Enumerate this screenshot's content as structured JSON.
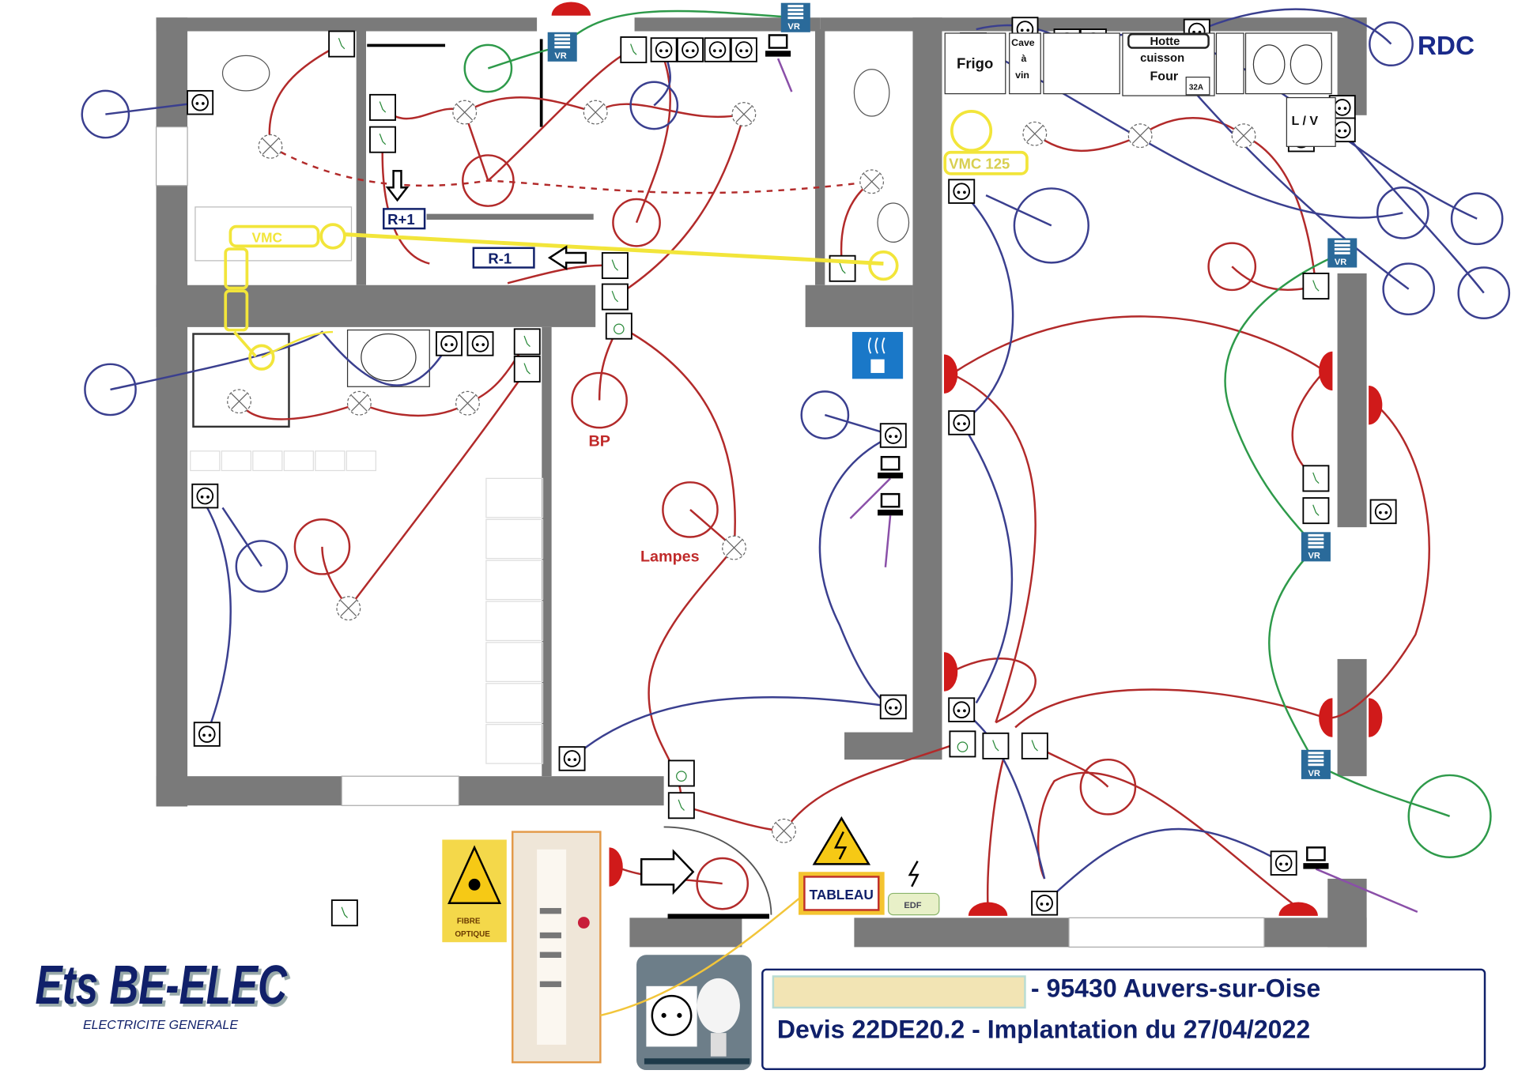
{
  "plan": {
    "level": "RDC",
    "upstairs": "R+1",
    "downstairs": "R-1",
    "vmc": "VMC",
    "vmc_kitchen": "VMC 125",
    "bp": "BP",
    "lampes": "Lampes",
    "vr": "VR",
    "tableau": "TABLEAU",
    "edf": "EDF",
    "fibre": [
      "FIBRE",
      "OPTIQUE"
    ]
  },
  "kitchen": {
    "frigo": "Frigo",
    "cave": [
      "Cave",
      "à",
      "vin"
    ],
    "hotte": "Hotte",
    "cuisson": "cuisson",
    "four": "Four",
    "amp": "32A",
    "lv": "L / V"
  },
  "logo": {
    "name": "Ets BE-ELEC",
    "tagline": "ELECTRICITE GENERALE"
  },
  "title_block": {
    "address": "- 95430 Auvers-sur-Oise",
    "quote": "Devis 22DE20.2 - Implantation du 27/04/2022"
  },
  "colors": {
    "wall": "#7a7a7a",
    "red_wire": "#b22a2a",
    "blue_wire": "#3a3f8f",
    "green_wire": "#2e9a4a",
    "vmc": "#f2e53a",
    "navy": "#10206a",
    "purple": "#8a4fa8"
  }
}
